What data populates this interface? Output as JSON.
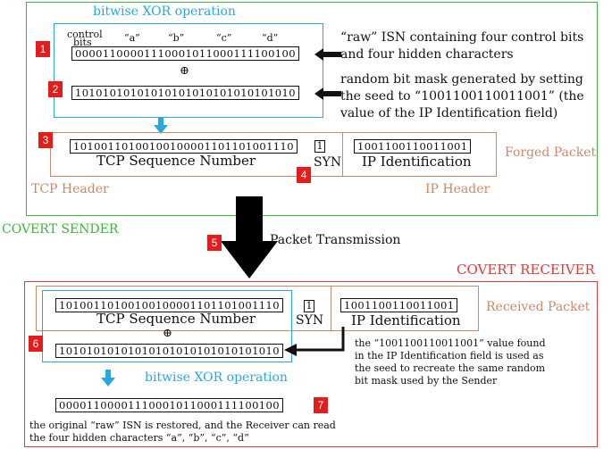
{
  "sender": {
    "section_label": "COVERT SENDER",
    "xor_title": "bitwise XOR operation",
    "control_bits_label_1": "control",
    "control_bits_label_2": "bits",
    "chars": [
      "“a”",
      "“b”",
      "“c”",
      "“d”"
    ],
    "raw_isn_bits": "00001100001110001011000111100100",
    "xor_symbol": "⊕",
    "mask_bits": "10101010101010101010101010101010",
    "note_raw_isn": [
      "“raw” ISN containing four control bits",
      "and four hidden characters"
    ],
    "note_mask": [
      "random bit mask generated by setting",
      "the seed to “1001100110011001” (the",
      "value of the IP Identification field)"
    ],
    "forged_seq_bits": "10100110100100100001101101001110",
    "syn_bit": "1",
    "ip_id_bits": "1001100110011001",
    "tcp_seq_label": "TCP Sequence Number",
    "syn_label": "SYN",
    "ip_id_label": "IP Identification",
    "forged_packet_label": "Forged Packet",
    "tcp_header_label": "TCP Header",
    "ip_header_label": "IP Header"
  },
  "transmission": {
    "label": "Packet Transmission"
  },
  "receiver": {
    "section_label": "COVERT RECEIVER",
    "received_seq_bits": "10100110100100100001101101001110",
    "syn_bit": "1",
    "ip_id_bits": "1001100110011001",
    "tcp_seq_label": "TCP Sequence Number",
    "syn_label": "SYN",
    "ip_id_label": "IP Identification",
    "received_packet_label": "Received Packet",
    "xor_symbol": "⊕",
    "mask_bits": "10101010101010101010101010101010",
    "xor_title": "bitwise XOR operation",
    "restored_bits": "00001100001110001011000111100100",
    "note_seed": [
      "the “1001100110011001” value found",
      "in the IP Identification field is used as",
      "the seed to recreate the same random",
      "bit mask used by the Sender"
    ],
    "note_restored": [
      "the original “raw” ISN is restored, and the Receiver can read",
      "the four hidden characters “a”, “b”, “c”, “d”"
    ]
  },
  "badges": [
    "1",
    "2",
    "3",
    "4",
    "5",
    "6",
    "7"
  ],
  "colors": {
    "sender": "#3fb33f",
    "xor_box": "#29a8e0",
    "packet": "#c98a6a",
    "receiver": "#e23b3b",
    "badge": "#e51c1c"
  }
}
